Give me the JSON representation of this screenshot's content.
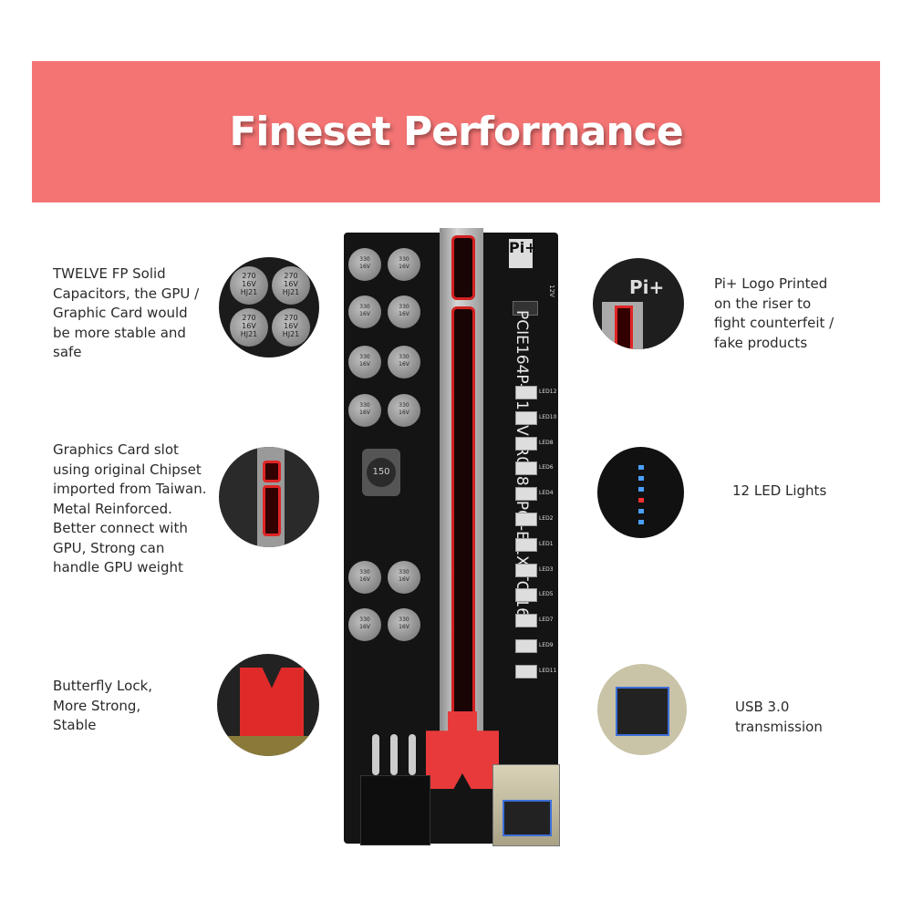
{
  "banner": {
    "title": "Fineset Performance",
    "color": "#f47474"
  },
  "features_left": [
    {
      "text": "TWELVE FP Solid\nCapacitors, the GPU /\nGraphic Card would\nbe more stable and\nsafe",
      "icon": "capacitors-closeup"
    },
    {
      "text": "Graphics Card slot\nusing original Chipset\nimported from Taiwan.\nMetal Reinforced.\nBetter connect with\nGPU, Strong can\nhandle GPU weight",
      "icon": "slot-closeup"
    },
    {
      "text": "Butterfly Lock,\nMore Strong,\nStable",
      "icon": "butterfly-lock-closeup"
    }
  ],
  "features_right": [
    {
      "text": "Pi+ Logo Printed\non the riser to\nfight counterfeit /\nfake products",
      "icon": "logo-closeup"
    },
    {
      "text": "12 LED Lights",
      "icon": "led-closeup"
    },
    {
      "text": "USB 3.0\ntransmission",
      "icon": "usb-closeup"
    }
  ],
  "board": {
    "model_text": "PCIE164P-N18  VER018S  PCI-E 1X TO 16X",
    "logo": "Pi+",
    "cap_label": "330\n16V",
    "voltage_label": "12V",
    "inductor_label": "150",
    "leds": [
      "LED12",
      "LED10",
      "LED8",
      "LED6",
      "LED4",
      "LED2",
      "LED1",
      "LED3",
      "LED5",
      "LED7",
      "LED9",
      "LED11"
    ]
  },
  "closeups": {
    "cap_label": "270\n16V\nHJ21"
  }
}
